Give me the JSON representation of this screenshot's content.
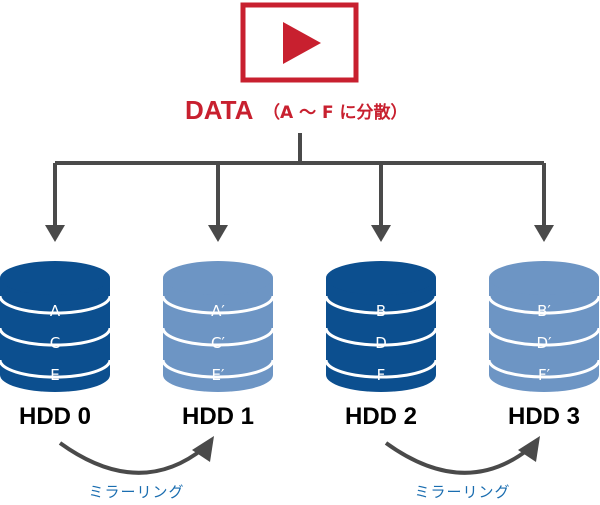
{
  "source": {
    "title": "DATA",
    "subtitle": "（A ～ F に分散）",
    "icon": "play-icon",
    "color": "#c8202f"
  },
  "disks": [
    {
      "label": "HDD 0",
      "blocks": [
        "A",
        "C",
        "E"
      ],
      "role": "primary"
    },
    {
      "label": "HDD 1",
      "blocks": [
        "A′",
        "C′",
        "E′"
      ],
      "role": "mirror"
    },
    {
      "label": "HDD 2",
      "blocks": [
        "B",
        "D",
        "F"
      ],
      "role": "primary"
    },
    {
      "label": "HDD 3",
      "blocks": [
        "B′",
        "D′",
        "F′"
      ],
      "role": "mirror"
    }
  ],
  "mirroring": [
    {
      "from": 0,
      "to": 1,
      "label": "ミラーリング"
    },
    {
      "from": 2,
      "to": 3,
      "label": "ミラーリング"
    }
  ],
  "colors": {
    "primary": "#0c4f8f",
    "mirror": "#6d95c4",
    "connector": "#4a4a4a",
    "mirror_label": "#1a6db0",
    "disk_label": "#000000"
  }
}
